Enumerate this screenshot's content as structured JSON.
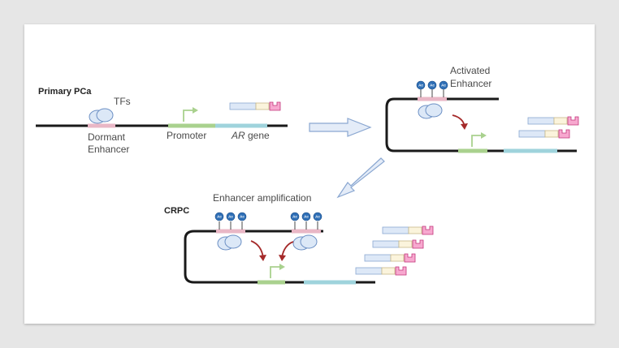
{
  "labels": {
    "primary": "Primary PCa",
    "crpc": "CRPC",
    "tfs": "TFs",
    "dormant_line1": "Dormant",
    "dormant_line2": "Enhancer",
    "promoter": "Promoter",
    "ar_gene_italic": "AR",
    "ar_gene_rest": " gene",
    "activated_line1": "Activated",
    "activated_line2": "Enhancer",
    "amplification": "Enhancer amplification",
    "acetyl": "Ac"
  },
  "colors": {
    "dna": "#1a1a1a",
    "enhancer": "#e9b7c6",
    "promoter": "#a9d18e",
    "gene": "#9fd3dc",
    "tf_fill": "#dce8f7",
    "tf_stroke": "#6b8fc4",
    "ac_fill": "#2f6fb6",
    "red_arrow": "#a52a2a",
    "transcript_blue": "#dde8f7",
    "transcript_yellow": "#fbf4dc",
    "transcript_pink": "#f7a8cf",
    "pink_stroke": "#c2347a",
    "flow_arrow_fill": "#e4ecf8",
    "flow_arrow_stroke": "#8aa7d1"
  },
  "icons": [
    "transcription-arrow-icon",
    "flow-arrow-icon",
    "activation-arrow-icon",
    "transcript-icon",
    "tf-complex-icon",
    "acetyl-mark-icon"
  ]
}
